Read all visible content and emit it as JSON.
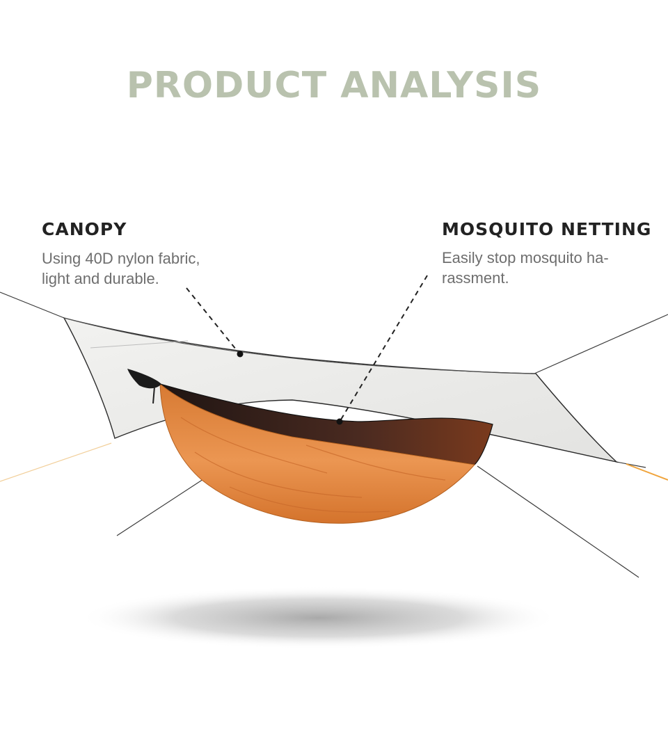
{
  "title": "PRODUCT ANALYSIS",
  "colors": {
    "title": "#b9c2ae",
    "canopy_fabric": "#ececea",
    "hammock_orange": "#e48c47",
    "netting_dark": "#3a2420",
    "callout_line": "#222222"
  },
  "features": [
    {
      "name": "CANOPY",
      "description": "Using 40D nylon fabric,\nlight and durable."
    },
    {
      "name": "MOSQUITO NETTING",
      "description": "Easily stop mosquito ha-\nrassment."
    }
  ],
  "icons": [
    "hammock-illustration",
    "callout-dot"
  ]
}
